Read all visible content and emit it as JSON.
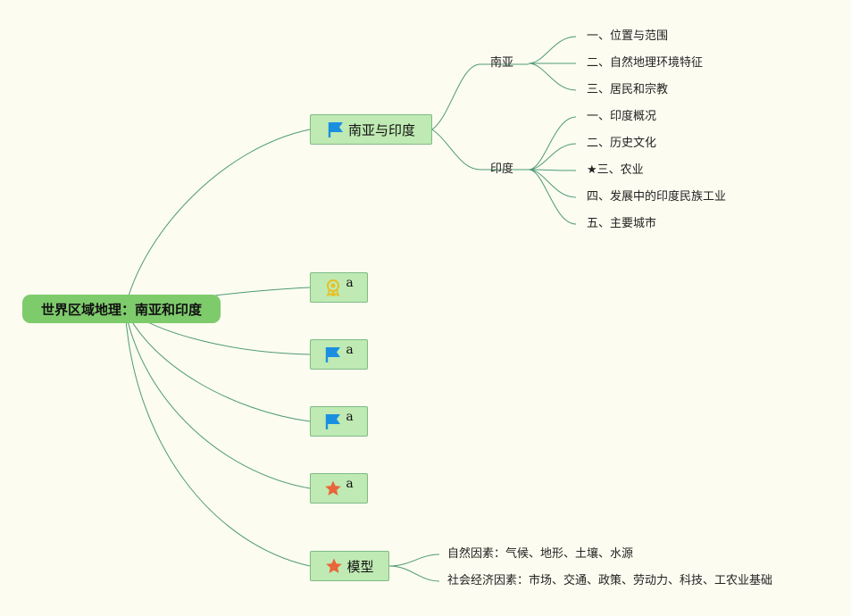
{
  "root": {
    "label": "世界区域地理：南亚和印度"
  },
  "branches": [
    {
      "label": "南亚与印度",
      "icon": "blue-flag-icon",
      "children": [
        {
          "label": "南亚",
          "children": [
            "一、位置与范围",
            "二、自然地理环境特征",
            "三、居民和宗教"
          ]
        },
        {
          "label": "印度",
          "children": [
            "一、印度概况",
            "二、历史文化",
            "★三、农业",
            "四、发展中的印度民族工业",
            "五、主要城市"
          ]
        }
      ]
    },
    {
      "label": "a",
      "icon": "yellow-award-ribbon-icon"
    },
    {
      "label": "a",
      "icon": "blue-flag-icon"
    },
    {
      "label": "a",
      "icon": "blue-flag-icon"
    },
    {
      "label": "a",
      "icon": "orange-star-icon"
    },
    {
      "label": "模型",
      "icon": "orange-star-icon",
      "children": [
        "自然因素：气候、地形、土壤、水源",
        "社会经济因素：市场、交通、政策、劳动力、科技、工农业基础"
      ]
    }
  ],
  "colors": {
    "background": "#fcfcf0",
    "root_fill": "#7ecb6c",
    "node_fill": "#bfeab3",
    "node_border": "#7dbb86",
    "line": "#4f9a78",
    "flag": "#1a8fe0",
    "star": "#e8663a",
    "award": "#e6c026"
  }
}
